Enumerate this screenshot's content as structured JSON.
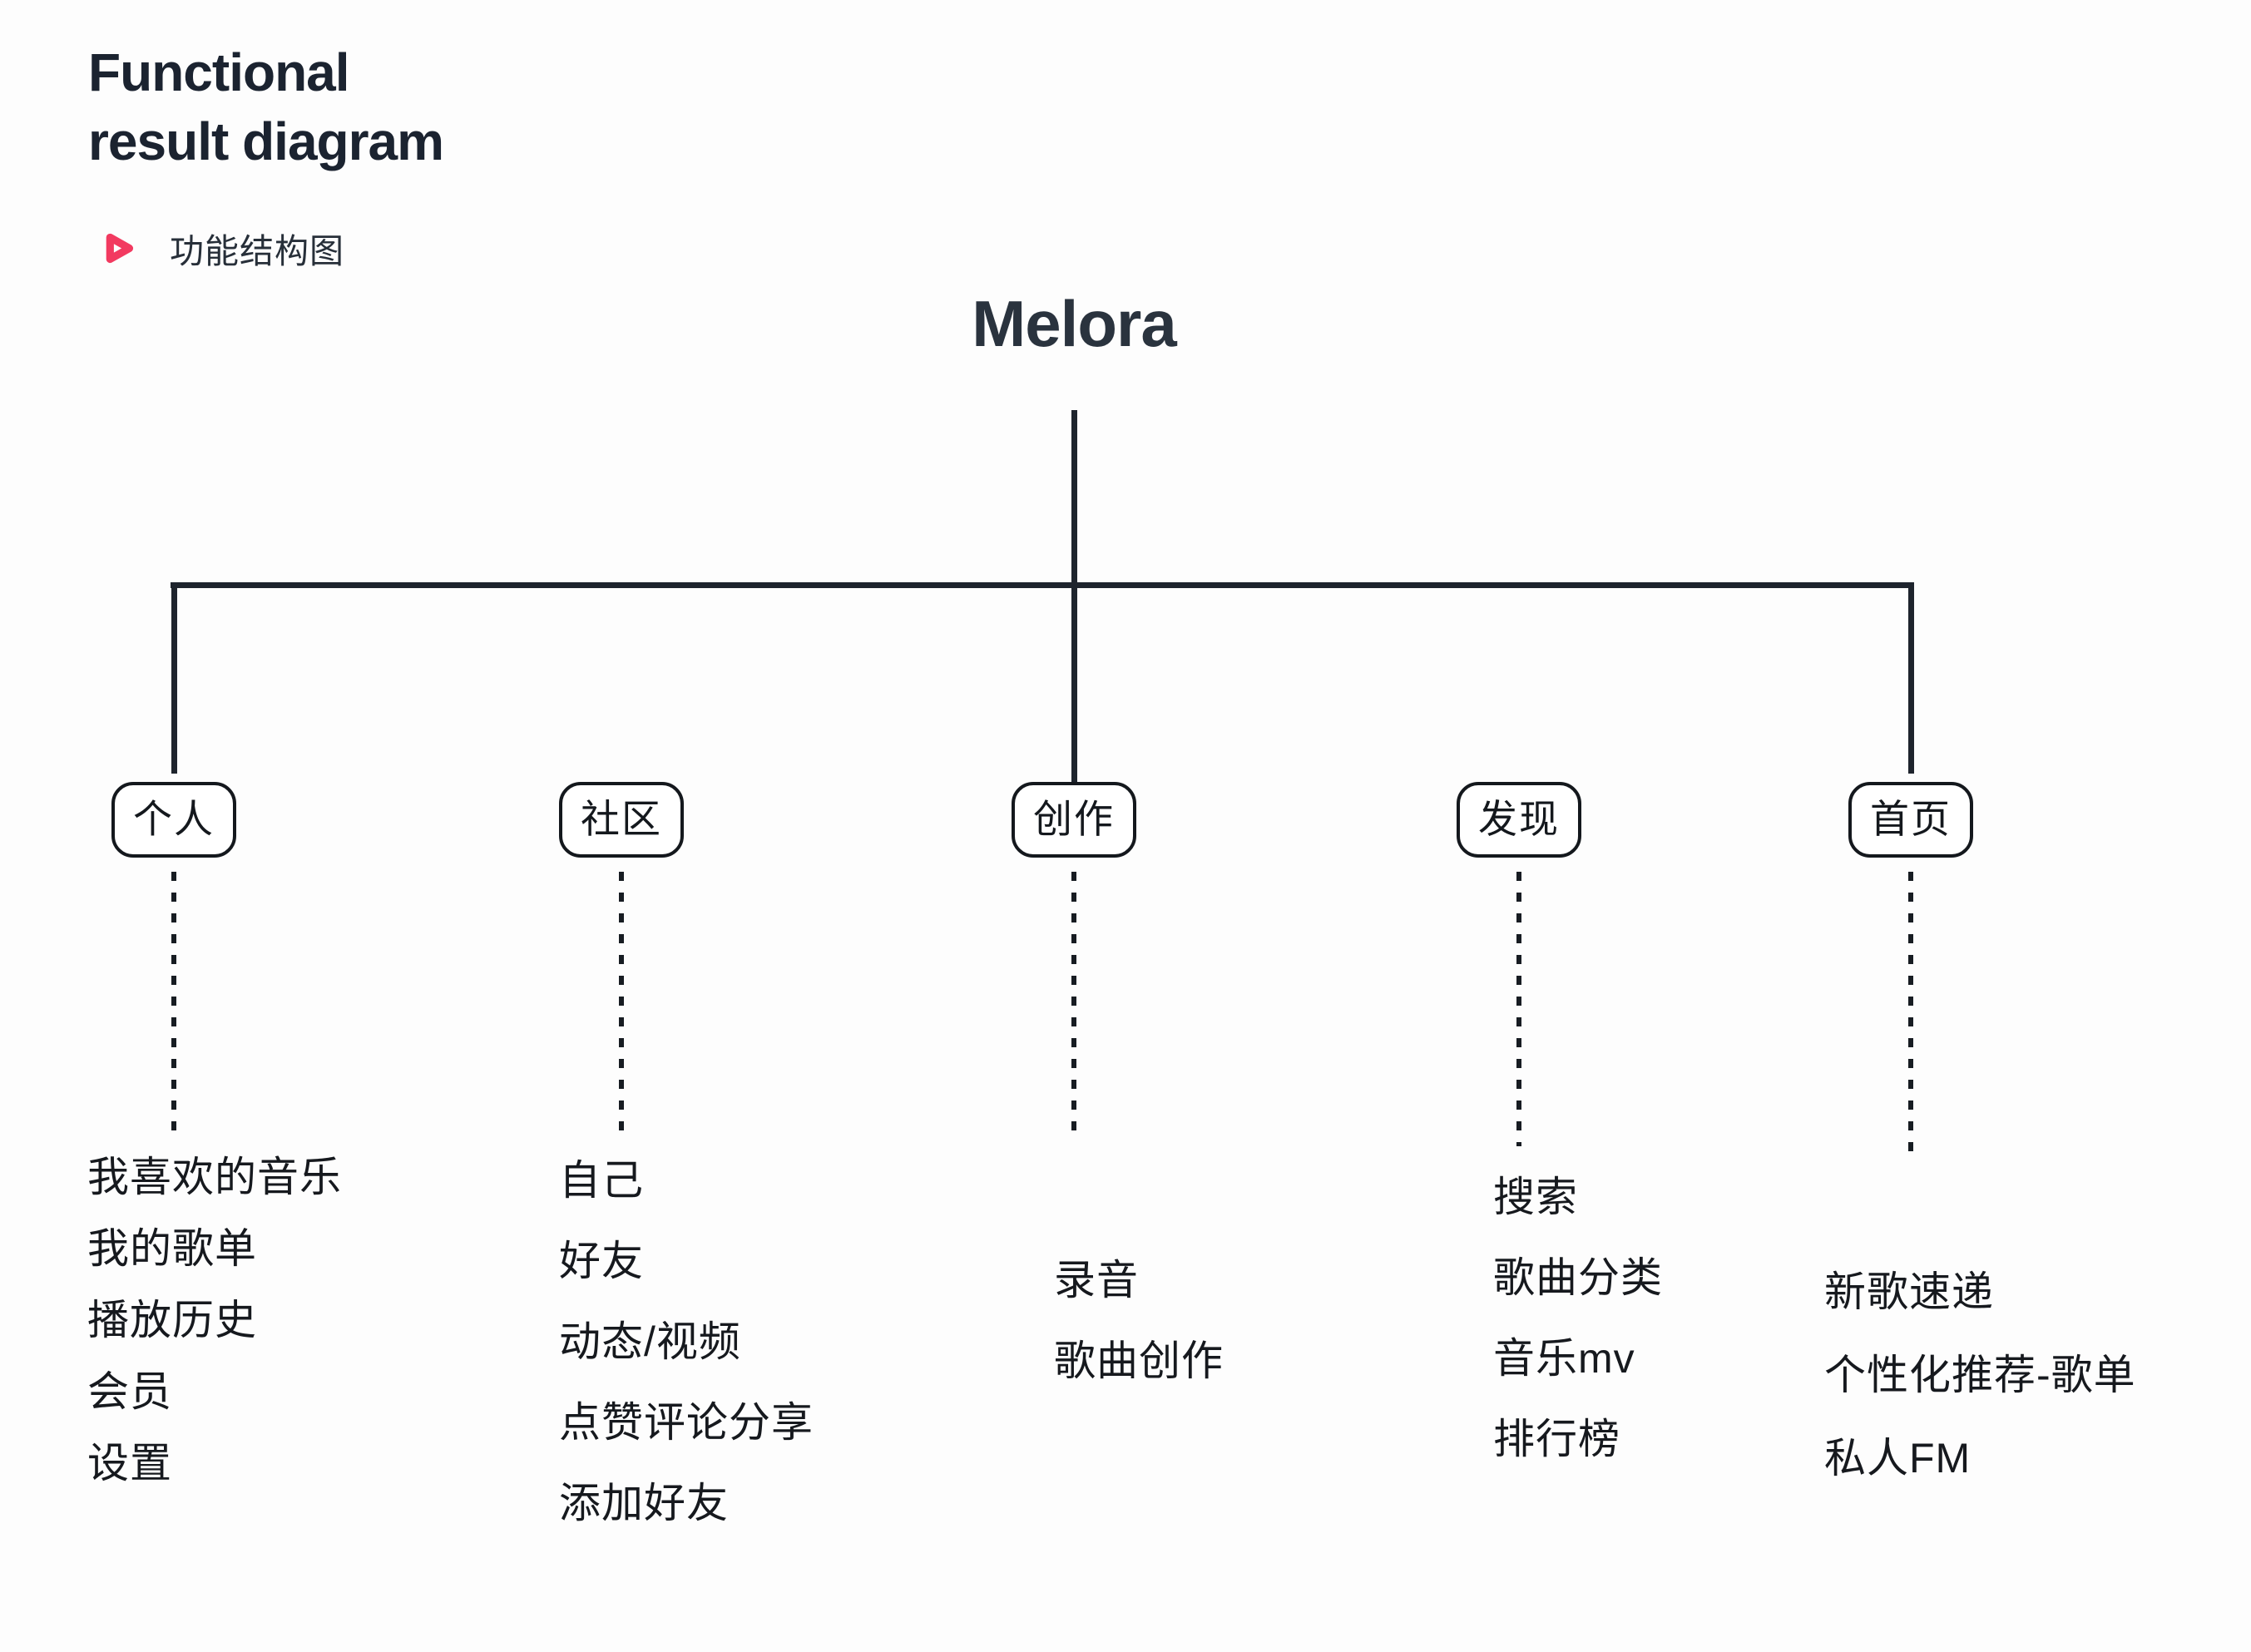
{
  "header": {
    "title_line1": "Functional",
    "title_line2": "result diagram",
    "subtitle": "功能结构图",
    "subtitle_icon": "play-icon"
  },
  "colors": {
    "ink": "#1e242d",
    "node_border": "#14181d",
    "accent_pink": "#f23a60",
    "background": "#fdfdfd"
  },
  "tree": {
    "root_label": "Melora",
    "branches": [
      {
        "label": "个人",
        "items": [
          "我喜欢的音乐",
          "我的歌单",
          "播放历史",
          "会员",
          "设置"
        ]
      },
      {
        "label": "社区",
        "items": [
          "自己",
          "好友",
          "动态/视频",
          "点赞评论分享",
          "添加好友"
        ]
      },
      {
        "label": "创作",
        "items": [
          "录音",
          "歌曲创作"
        ]
      },
      {
        "label": "发现",
        "items": [
          "搜索",
          "歌曲分类",
          "音乐mv",
          "排行榜"
        ]
      },
      {
        "label": "首页",
        "items": [
          "新歌速递",
          "个性化推荐-歌单",
          "私人FM"
        ]
      }
    ]
  }
}
